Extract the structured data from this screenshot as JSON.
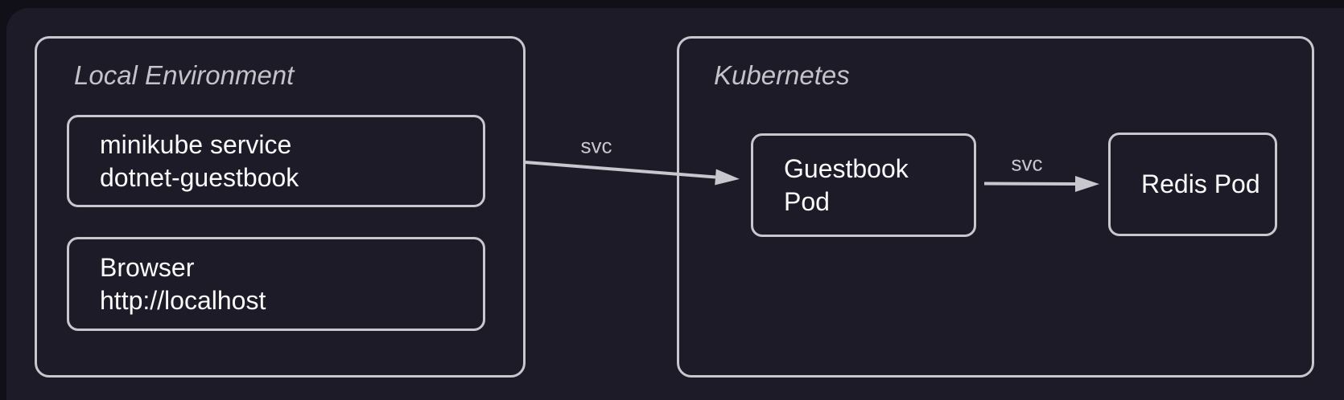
{
  "diagram": {
    "local_environment": {
      "title": "Local Environment",
      "minikube_service_node": {
        "line1": "minikube service",
        "line2": "dotnet-guestbook"
      },
      "browser_node": {
        "line1": "Browser",
        "line2": "http://localhost"
      }
    },
    "kubernetes": {
      "title": "Kubernetes",
      "guestbook_pod_node": {
        "line1": "Guestbook",
        "line2": "Pod"
      },
      "redis_pod_node": {
        "label": "Redis Pod"
      }
    },
    "connections": [
      {
        "from": "minikube service dotnet-guestbook",
        "to": "Guestbook Pod",
        "label": "svc"
      },
      {
        "from": "Guestbook Pod",
        "to": "Redis Pod",
        "label": "svc"
      }
    ],
    "colors": {
      "background": "#110f18",
      "surface": "#1e1b29",
      "stroke": "#c8c7ce",
      "text_primary": "#fafafa",
      "text_muted": "#c4c3ca"
    }
  }
}
